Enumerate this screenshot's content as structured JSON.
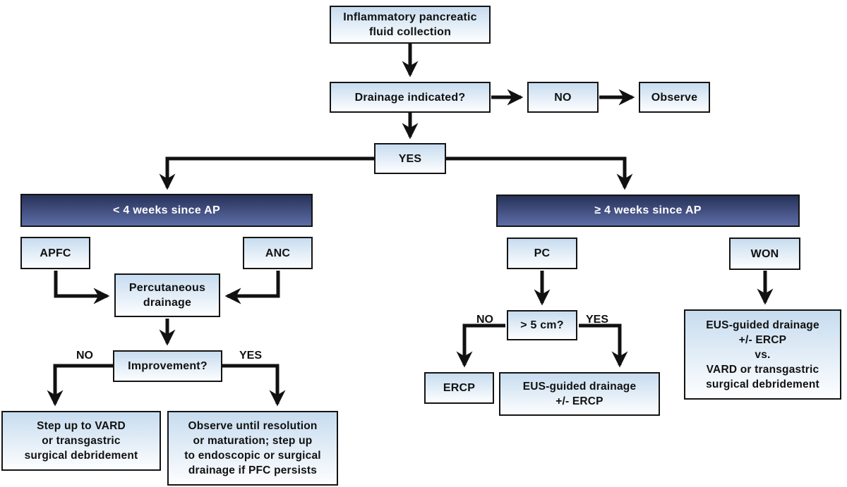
{
  "colors": {
    "box_border": "#141414",
    "light_box_top": "#c7dcef",
    "light_box_bottom": "#fdfeff",
    "dark_box_top": "#273259",
    "dark_box_bottom": "#5d6da6",
    "dark_box_text": "#ffffff",
    "arrow": "#111111",
    "text": "#111111"
  },
  "nodes": {
    "root": {
      "label": [
        "Inflammatory pancreatic",
        "fluid collection"
      ]
    },
    "drainage_indicated": {
      "label": "Drainage indicated?"
    },
    "no_box": {
      "label": "NO"
    },
    "observe": {
      "label": "Observe"
    },
    "yes_box": {
      "label": "YES"
    },
    "lt4_weeks": {
      "label": "< 4 weeks since AP"
    },
    "gte4_weeks": {
      "label": "≥ 4 weeks since AP"
    },
    "apfc": {
      "label": "APFC"
    },
    "anc": {
      "label": "ANC"
    },
    "percutaneous": {
      "label": [
        "Percutaneous",
        "drainage"
      ]
    },
    "improvement": {
      "label": "Improvement?"
    },
    "step_up_vard": {
      "label": [
        "Step up to VARD",
        "or transgastric",
        "surgical debridement"
      ]
    },
    "observe_until": {
      "label": [
        "Observe until resolution",
        "or maturation; step up",
        "to endoscopic or surgical",
        "drainage if PFC persists"
      ]
    },
    "pc": {
      "label": "PC"
    },
    "won": {
      "label": "WON"
    },
    "size_question": {
      "label": "> 5 cm?"
    },
    "ercp": {
      "label": "ERCP"
    },
    "eus_drainage": {
      "label": [
        "EUS-guided drainage",
        "+/- ERCP"
      ]
    },
    "won_treatment": {
      "label": [
        "EUS-guided drainage",
        "+/- ERCP",
        "vs.",
        "VARD or transgastric",
        "surgical debridement"
      ]
    }
  },
  "edge_labels": {
    "improvement_no": "NO",
    "improvement_yes": "YES",
    "size_no": "NO",
    "size_yes": "YES"
  }
}
